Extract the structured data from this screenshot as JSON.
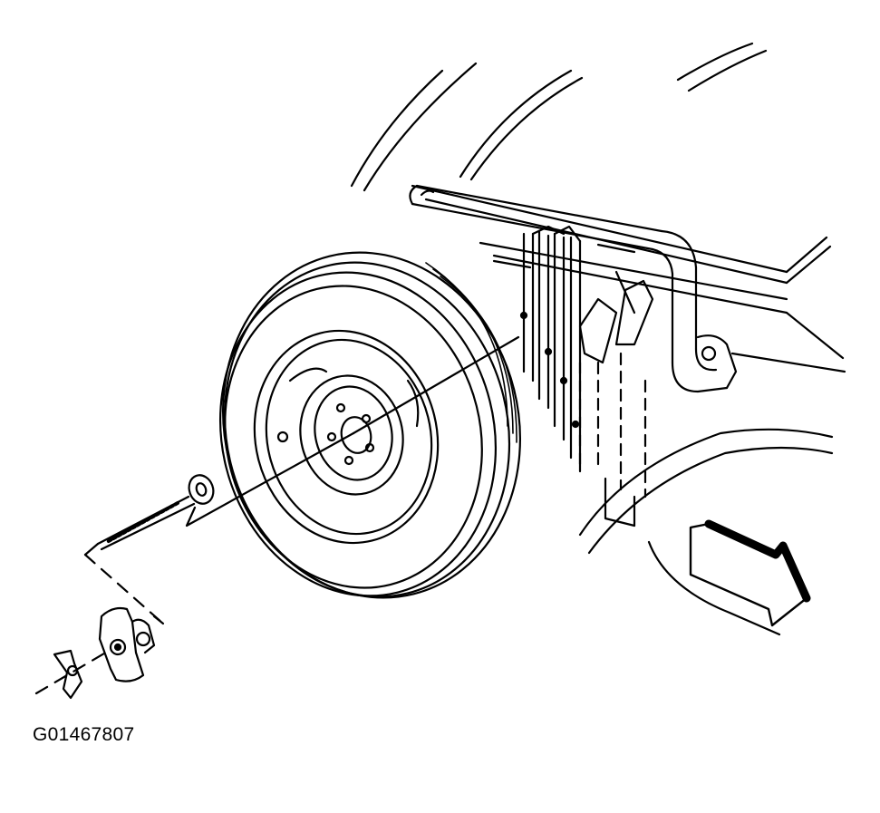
{
  "figure": {
    "id_code": "G01467807",
    "line_color": "#000000",
    "background_color": "#ffffff",
    "components": [
      "body-panel",
      "wheel-well",
      "mounting-bracket",
      "spare-tire",
      "wheel-rim",
      "retainer-bolt",
      "retainer-plate",
      "wing-nut",
      "direction-arrow"
    ]
  }
}
